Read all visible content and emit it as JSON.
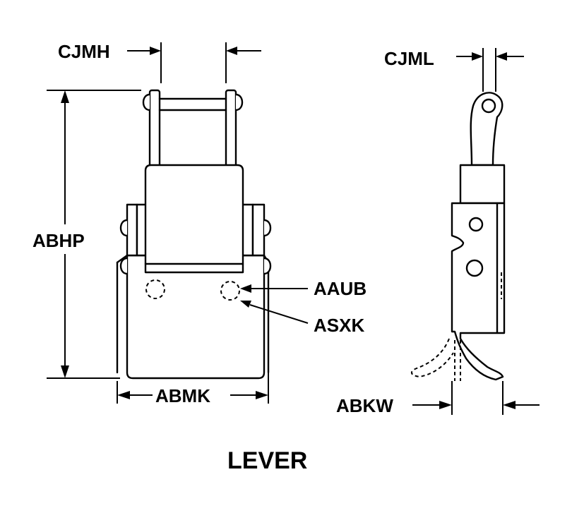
{
  "diagram": {
    "title": "LEVER",
    "labels": {
      "cjmh": "CJMH",
      "cjml": "CJML",
      "abhp": "ABHP",
      "aaub": "AAUB",
      "asxk": "ASXK",
      "abmk": "ABMK",
      "abkw": "ABKW"
    }
  }
}
